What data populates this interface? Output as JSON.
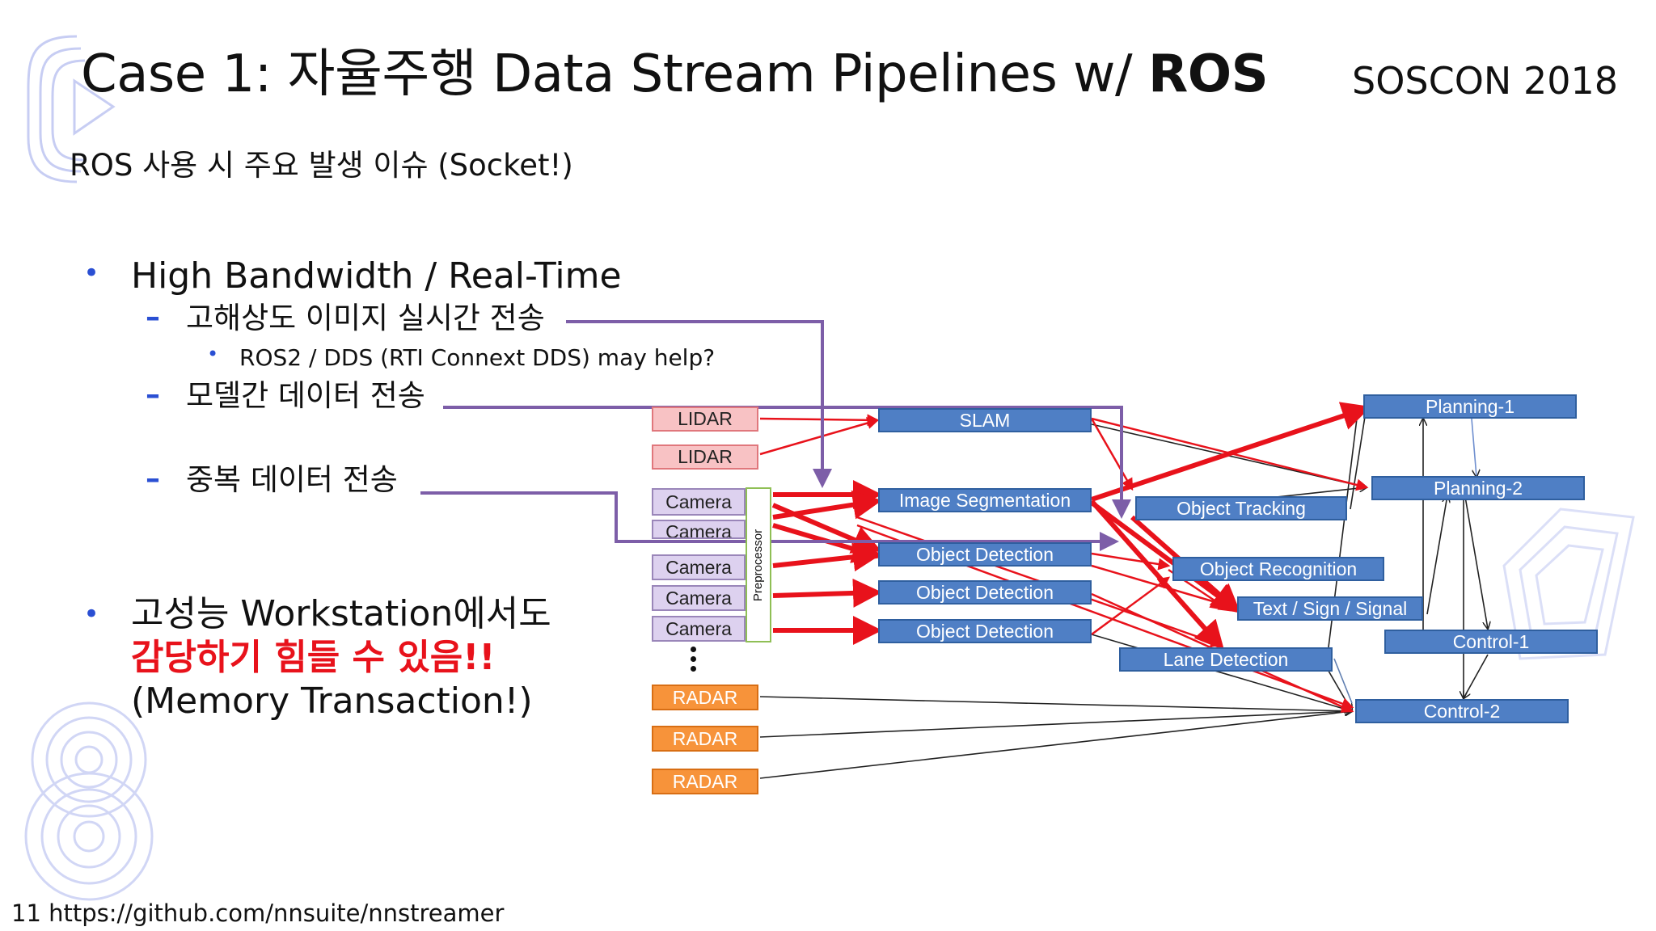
{
  "slide": {
    "title_prefix": "Case 1: 자율주행 Data Stream Pipelines w/ ",
    "title_bold": "ROS",
    "conference": "SOSCON 2018",
    "subtitle": "ROS 사용 시 주요 발생 이슈 (Socket!)",
    "footer": "11 https://github.com/nnsuite/nnstreamer"
  },
  "bullets": {
    "b1": "High Bandwidth / Real-Time",
    "b1_s1": "고해상도 이미지 실시간 전송",
    "b1_s1_s1": "ROS2 / DDS (RTI Connext DDS) may help?",
    "b1_s2": "모델간 데이터 전송",
    "b1_s3": "중복 데이터 전송",
    "b2_line1": "고성능 Workstation에서도",
    "b2_line2": "감당하기 힘들 수 있음!!",
    "b2_line3": "(Memory Transaction!)"
  },
  "diagram": {
    "lidar1": "LIDAR",
    "lidar2": "LIDAR",
    "camera1": "Camera",
    "camera2": "Camera",
    "camera3": "Camera",
    "camera4": "Camera",
    "camera5": "Camera",
    "preprocessor": "Preprocessor",
    "radar1": "RADAR",
    "radar2": "RADAR",
    "radar3": "RADAR",
    "slam": "SLAM",
    "image_seg": "Image Segmentation",
    "obj_det1": "Object Detection",
    "obj_det2": "Object Detection",
    "obj_det3": "Object Detection",
    "obj_track": "Object Tracking",
    "obj_recog": "Object Recognition",
    "text_sign": "Text / Sign / Signal",
    "lane_det": "Lane Detection",
    "planning1": "Planning-1",
    "planning2": "Planning-2",
    "control1": "Control-1",
    "control2": "Control-2"
  },
  "colors": {
    "accent_blue": "#4f7fc5",
    "red_arrow": "#e8121b",
    "purple_arrow": "#7d5ea8",
    "bullet_blue": "#2a4fd3"
  }
}
